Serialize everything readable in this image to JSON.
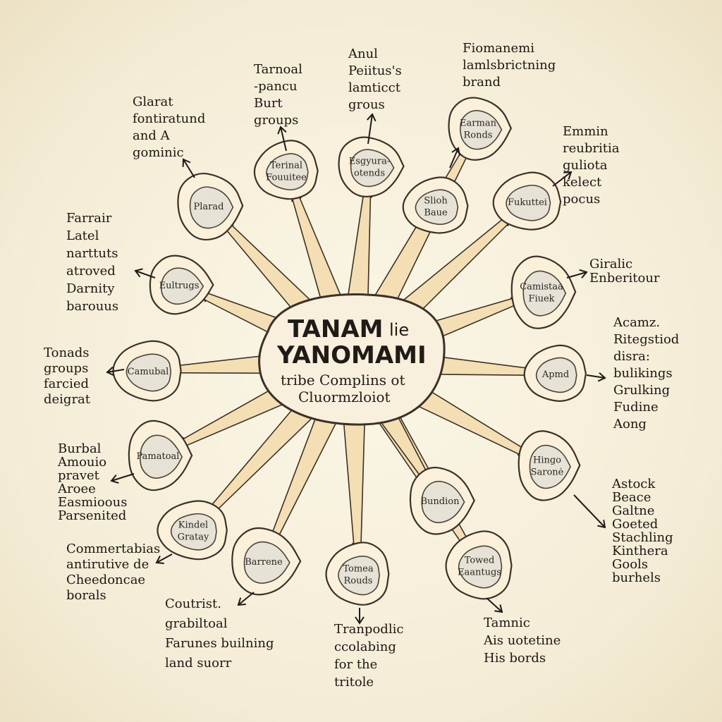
{
  "hub": {
    "line1": "TANAM",
    "line1b": "lie",
    "line2": "YANOMAMI",
    "line3": "tribe Complins ot",
    "line4": "Cluormzloiot"
  },
  "nodes": [
    {
      "label": [
        "Plarad"
      ]
    },
    {
      "label": [
        "Terinal",
        "Fouuitee"
      ]
    },
    {
      "label": [
        "Esgyura-",
        "otends"
      ]
    },
    {
      "label": [
        "Slioh",
        "Baue"
      ]
    },
    {
      "label": [
        "Earman",
        "Ronds"
      ]
    },
    {
      "label": [
        "Fukuttei"
      ]
    },
    {
      "label": [
        "Camistaa",
        "Fiuek"
      ]
    },
    {
      "label": [
        "Apmd"
      ]
    },
    {
      "label": [
        "Hingo",
        "Saronė"
      ]
    },
    {
      "label": [
        "Towed",
        "Eaantugs"
      ]
    },
    {
      "label": [
        "Bundion"
      ]
    },
    {
      "label": [
        "Tomea",
        "Rouds"
      ]
    },
    {
      "label": [
        "Barrene"
      ]
    },
    {
      "label": [
        "Kindel",
        "Gratay"
      ]
    },
    {
      "label": [
        "Pamatoal"
      ]
    },
    {
      "label": [
        "Camubal"
      ]
    },
    {
      "label": [
        "Eultrugs"
      ]
    }
  ],
  "notes": [
    {
      "lines": [
        "Glarat",
        "fontiratund",
        "and A",
        "gominic"
      ]
    },
    {
      "lines": [
        "Tarnoal",
        "-pancu",
        "Burt",
        "groups"
      ]
    },
    {
      "lines": [
        "Anul",
        "Peiitus's",
        "lamticct",
        "grous"
      ]
    },
    {
      "lines": [
        "Fiomanemi",
        "lamlsbrictning",
        "brand"
      ]
    },
    {
      "lines": [
        "Emmin",
        "reubritia",
        "guliota",
        "kelect",
        "pocus"
      ]
    },
    {
      "lines": [
        "Giralic",
        "Enberitour"
      ]
    },
    {
      "lines": [
        "Acamz.",
        "Ritegstiod",
        "disra:",
        "bulikings",
        "Grulking",
        "Fudine",
        "Aong"
      ]
    },
    {
      "lines": [
        "Astock",
        "Beace",
        "Galtne",
        "Goeted",
        "Stachling",
        "Kinthera",
        "Gools",
        "burhels"
      ]
    },
    {
      "lines": [
        "Tamnic",
        "Ais uotetine",
        "His bords"
      ]
    },
    {
      "lines": [
        "Tranpodlic",
        "ccolabing",
        "for the",
        "tritole"
      ]
    },
    {
      "lines": [
        "Coutrist.",
        "grabiltoal",
        "Farunes builning",
        "land suorr"
      ]
    },
    {
      "lines": [
        "Commertabias",
        "antirutive de",
        "Cheedoncae",
        "borals"
      ]
    },
    {
      "lines": [
        "Burbal",
        "Amouio",
        "pravet",
        "Aroee",
        "Easmioous",
        "Parsenited"
      ]
    },
    {
      "lines": [
        "Tonads",
        "groups",
        "farcied",
        "deigrat"
      ]
    },
    {
      "lines": [
        "Farrair",
        "Latel",
        "narttuts",
        "atroved",
        "Darnity",
        "barouus"
      ]
    }
  ]
}
